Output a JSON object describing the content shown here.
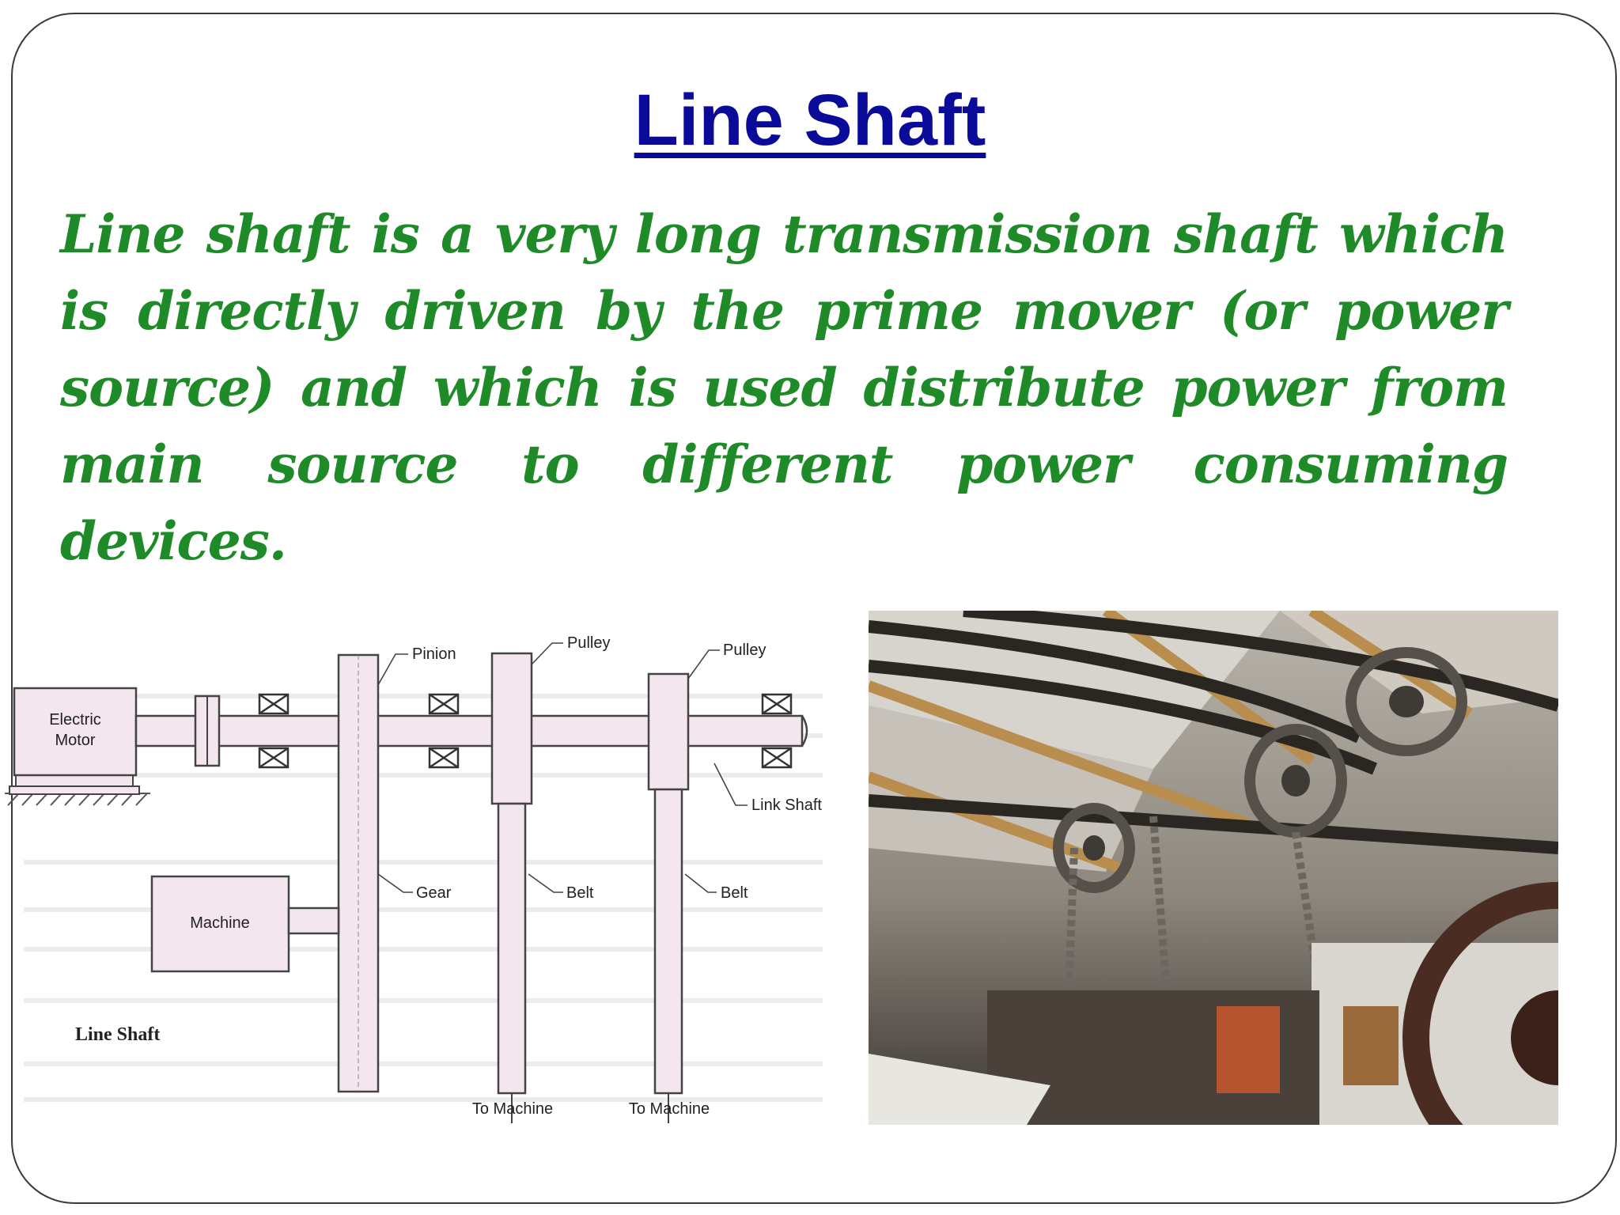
{
  "slide": {
    "title": "Line Shaft",
    "body": "Line shaft is a very long transmission shaft which is directly driven by the prime mover (or power source) and which is used distribute power from main source to different power consuming devices."
  },
  "diagram": {
    "labels": {
      "electric_motor_line1": "Electric",
      "electric_motor_line2": "Motor",
      "pinion": "Pinion",
      "pulley_1": "Pulley",
      "pulley_2": "Pulley",
      "link_shaft": "Link Shaft",
      "gear": "Gear",
      "belt_1": "Belt",
      "belt_2": "Belt",
      "machine": "Machine",
      "caption": "Line Shaft",
      "to_machine_1": "To Machine",
      "to_machine_2": "To Machine"
    }
  },
  "colors": {
    "title": "#0b0b99",
    "body_text": "#1f8a28",
    "component_fill": "#f4e6ee"
  }
}
